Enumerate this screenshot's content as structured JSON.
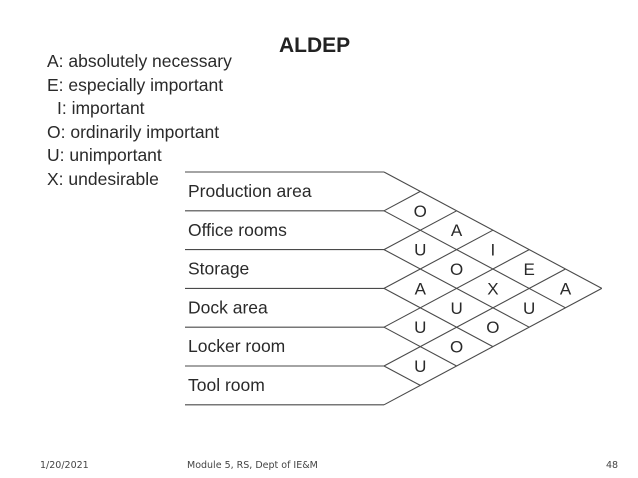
{
  "slide": {
    "title": "ALDEP",
    "legend": [
      "A: absolutely necessary",
      "E: especially important",
      "I: important",
      "O: ordinarily important",
      "U: unimportant",
      "X: undesirable"
    ],
    "departments": [
      "Production area",
      "Office rooms",
      "Storage",
      "Dock area",
      "Locker room",
      "Tool room"
    ],
    "relationships": [
      {
        "pair": [
          1,
          2
        ],
        "code": "O"
      },
      {
        "pair": [
          1,
          3
        ],
        "code": "A"
      },
      {
        "pair": [
          1,
          4
        ],
        "code": "I"
      },
      {
        "pair": [
          1,
          5
        ],
        "code": "E"
      },
      {
        "pair": [
          1,
          6
        ],
        "code": "A"
      },
      {
        "pair": [
          2,
          3
        ],
        "code": "U"
      },
      {
        "pair": [
          2,
          4
        ],
        "code": "O"
      },
      {
        "pair": [
          2,
          5
        ],
        "code": "X"
      },
      {
        "pair": [
          2,
          6
        ],
        "code": "U"
      },
      {
        "pair": [
          3,
          4
        ],
        "code": "A"
      },
      {
        "pair": [
          3,
          5
        ],
        "code": "U"
      },
      {
        "pair": [
          3,
          6
        ],
        "code": "O"
      },
      {
        "pair": [
          4,
          5
        ],
        "code": "U"
      },
      {
        "pair": [
          4,
          6
        ],
        "code": "O"
      },
      {
        "pair": [
          5,
          6
        ],
        "code": "U"
      }
    ],
    "footer": {
      "date": "1/20/2021",
      "module": "Module 5, RS, Dept of IE&M",
      "page": "48"
    }
  }
}
